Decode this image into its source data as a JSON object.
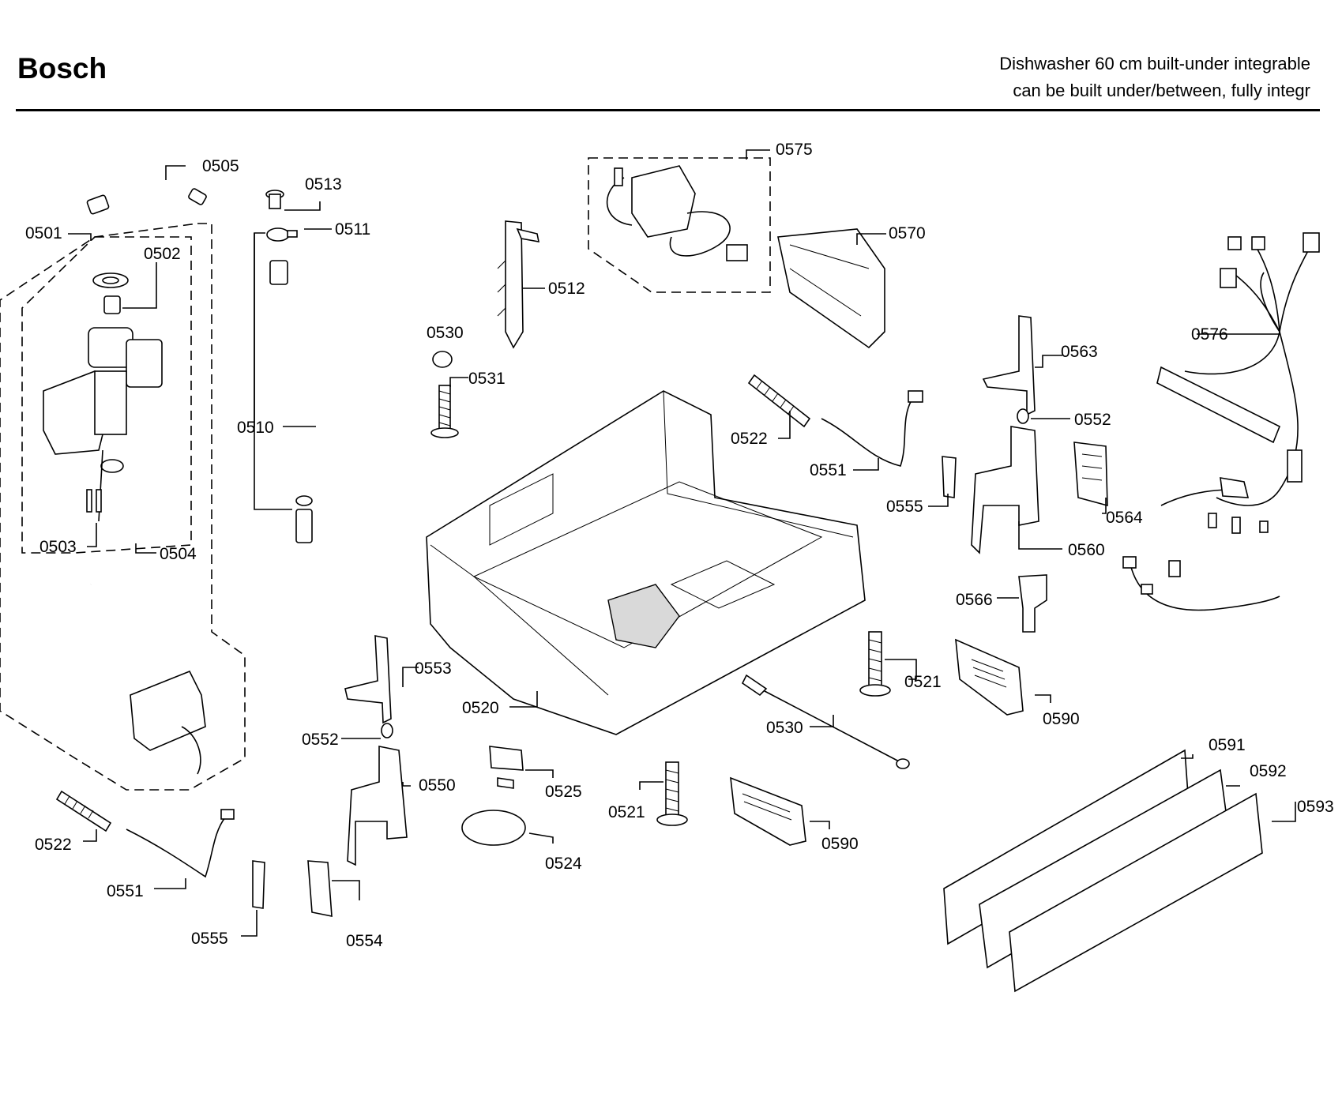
{
  "header": {
    "brand": "Bosch",
    "subtitle_line1": "Dishwasher 60 cm built-under integrable",
    "subtitle_line2": "can be built under/between, fully integr"
  },
  "callouts": {
    "c0501": "0501",
    "c0502": "0502",
    "c0503": "0503",
    "c0504": "0504",
    "c0505": "0505",
    "c0510": "0510",
    "c0511": "0511",
    "c0512": "0512",
    "c0513": "0513",
    "c0520": "0520",
    "c0521a": "0521",
    "c0521b": "0521",
    "c0522a": "0522",
    "c0522b": "0522",
    "c0524": "0524",
    "c0525": "0525",
    "c0530a": "0530",
    "c0530b": "0530",
    "c0531": "0531",
    "c0550": "0550",
    "c0551a": "0551",
    "c0551b": "0551",
    "c0552a": "0552",
    "c0552b": "0552",
    "c0553": "0553",
    "c0554": "0554",
    "c0555a": "0555",
    "c0555b": "0555",
    "c0560": "0560",
    "c0563": "0563",
    "c0564": "0564",
    "c0566": "0566",
    "c0570": "0570",
    "c0575": "0575",
    "c0576": "0576",
    "c0590a": "0590",
    "c0590b": "0590",
    "c0591": "0591",
    "c0592": "0592",
    "c0593": "0593"
  }
}
